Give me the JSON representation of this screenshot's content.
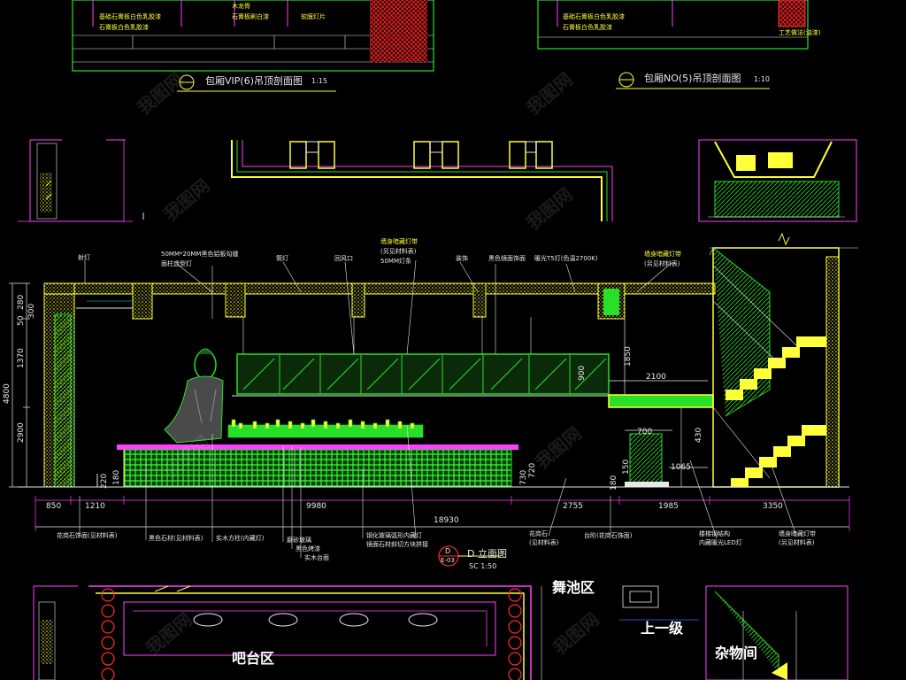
{
  "titles": {
    "vip6": "包厢VIP(6)吊顶剖面图",
    "vip6_scale": "1:15",
    "no5": "包厢NO(5)吊顶剖面图",
    "no5_scale": "1:10",
    "elevation": "D 立面图",
    "elevation_scale": "SC 1:50",
    "elevation_id": "D",
    "elevation_sheet": "E-03"
  },
  "top_notes_left": [
    "基础石膏板白色乳胶漆",
    "石膏板白色乳胶漆"
  ],
  "top_notes_mid": [
    "木龙骨",
    "石膏板刷白漆",
    "软膜灯片"
  ],
  "top_notes_right": [
    "基础石膏板白色乳胶漆",
    "石膏板白色乳胶漆"
  ],
  "stamp": "工艺做法(油漆)",
  "top_callouts": [
    {
      "text": "射灯",
      "cls": "white"
    },
    {
      "text": "50MM*20MM黑色铝板勾缝",
      "cls": "white"
    },
    {
      "text": "面柱造型灯",
      "cls": "white"
    },
    {
      "text": "筒灯",
      "cls": "white"
    },
    {
      "text": "回风口",
      "cls": "white"
    },
    {
      "text": "墙身暗藏灯带",
      "cls": "yellow"
    },
    {
      "text": "(另见材料表)",
      "cls": "white"
    },
    {
      "text": "50MM灯条",
      "cls": "white"
    },
    {
      "text": "装饰",
      "cls": "white"
    },
    {
      "text": "黑色镜面饰面",
      "cls": "white"
    },
    {
      "text": "暖光T5灯(色温2700K)",
      "cls": "white"
    },
    {
      "text": "墙身暗藏灯带",
      "cls": "yellow"
    },
    {
      "text": "(另见材料表)",
      "cls": "white"
    }
  ],
  "vertical_dims": [
    "50",
    "280",
    "300",
    "1370",
    "4800",
    "2900",
    "220",
    "1850",
    "900",
    "180",
    "720",
    "730",
    "150",
    "180",
    "430"
  ],
  "horizontal_dims": {
    "top_row": [
      "850",
      "1210",
      "9980",
      "2755",
      "1985",
      "3350"
    ],
    "total": "18930",
    "inline": [
      "2100",
      "700",
      "1065"
    ]
  },
  "bottom_callouts": [
    "花岗石饰面(见材料表)",
    "黑色石材(见材料表)",
    "实木方柱(内藏灯)",
    "磨砂玻璃",
    "黑色烤漆",
    "实木台面",
    "钢化玻璃弧形内藏灯",
    "镜面石材斜切方块拼接",
    "花岗石",
    "(见材料表)",
    "台阶(花岗石饰面)",
    "楼梯钢结构",
    "内藏暖光LED灯",
    "墙身暗藏灯带",
    "(另见材料表)"
  ],
  "plan_labels": {
    "bar": "吧台区",
    "dance": "舞池区",
    "step": "上一级",
    "storage": "杂物间"
  },
  "watermark": "我图网",
  "colors": {
    "background": "#000000",
    "yellow": "#ffff3a",
    "green": "#28e028",
    "cyan": "#00e5e5",
    "magenta": "#ff40ff",
    "red": "#ff2b2b",
    "white": "#e8e8e8",
    "blue": "#3a64ff"
  }
}
